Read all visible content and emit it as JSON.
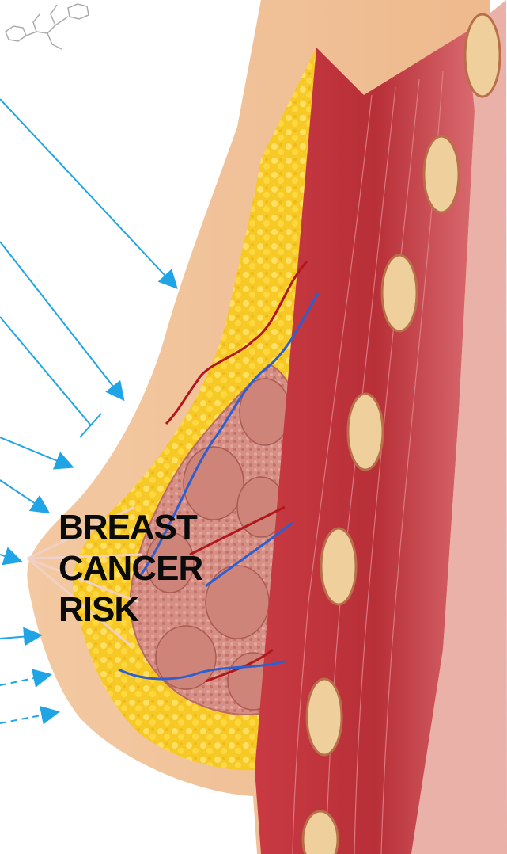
{
  "diagram": {
    "label_lines": [
      "BREAST",
      "CANCER",
      "RISK"
    ],
    "colors": {
      "arrow": "#1fa4e6",
      "skin": "#f2c39a",
      "fat": "#f7cf2a",
      "muscle": "#c7373f",
      "gland": "#d98b7e",
      "bone": "#efcf9c",
      "vein": "#2f5fcf",
      "artery": "#b0171d"
    },
    "icons": [
      "chemical-structure-icon"
    ]
  }
}
